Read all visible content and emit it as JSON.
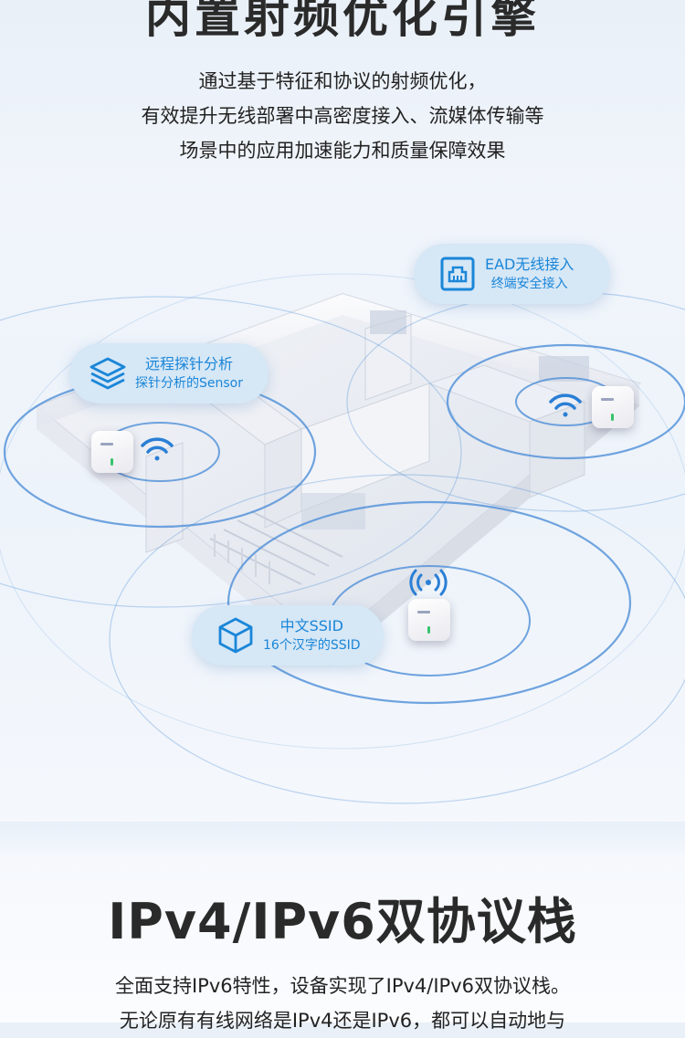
{
  "section1": {
    "title": "内置射频优化引擎",
    "lines": [
      "通过基于特征和协议的射频优化，",
      "有效提升无线部署中高密度接入、流媒体传输等",
      "场景中的应用加速能力和质量保障效果"
    ]
  },
  "features": [
    {
      "line1": "EAD无线接入",
      "line2": "终端安全接入",
      "icon": "network-port-icon"
    },
    {
      "line1": "远程探针分析",
      "line2": "探针分析的Sensor",
      "icon": "layers-icon"
    },
    {
      "line1": "中文SSID",
      "line2": "16个汉字的SSID",
      "icon": "cube-icon"
    }
  ],
  "section2": {
    "title": "IPv4/IPv6双协议栈",
    "lines": [
      "全面支持IPv6特性，设备实现了IPv4/IPv6双协议栈。",
      "无论原有有线网络是IPv4还是IPv6，都可以自动地与"
    ]
  },
  "colors": {
    "accent": "#1a86d8",
    "bubble": "#d6e7f6",
    "title": "#2a2a2a",
    "ring": "#4d8fd8"
  }
}
